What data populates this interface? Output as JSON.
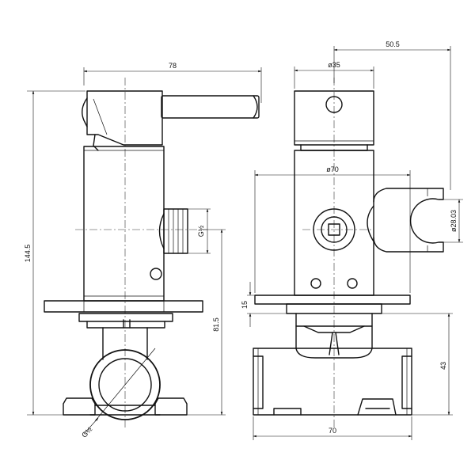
{
  "drawing": {
    "side_view": {
      "dim_width": "78",
      "dim_height": "144.5",
      "dim_lower": "81.5",
      "dim_outlet_thread": "G½",
      "dim_inlet_thread": "G½"
    },
    "front_view": {
      "dim_offset": "50.5",
      "dim_handle_dia": "ø35",
      "dim_plate_dia": "ø70",
      "dim_holder_dia": "ø28.03",
      "dim_plate_thickness": "15",
      "dim_body_height": "43",
      "dim_body_width": "70"
    }
  }
}
